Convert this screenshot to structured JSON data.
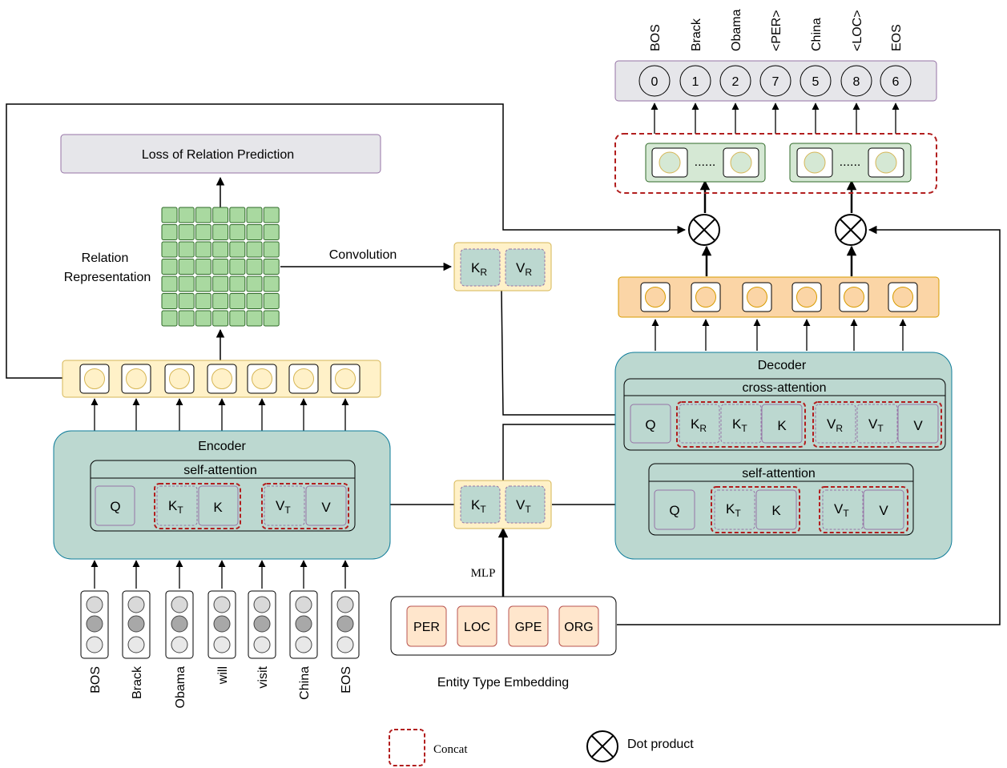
{
  "colors": {
    "teal_fill": "#bcd8d0",
    "teal_stroke": "#0e7c9a",
    "token_fill": "#fff1c8",
    "token_stroke": "#d6b656",
    "orange_fill": "#fbd5a6",
    "orange_stroke": "#d79b00",
    "green_fill": "#d5e8d4",
    "green_stroke": "#82b366",
    "grid_fill": "#a9d9a0",
    "grid_stroke": "#2f6a28",
    "gray_fill": "#e6e6ea",
    "gray_stroke": "#9673a6",
    "concat_dash": "#b21e1e",
    "entity_fill": "#ffe6cc",
    "entity_stroke": "#b85450"
  },
  "loss_box": {
    "label": "Loss of Relation Prediction"
  },
  "relation": {
    "label_line1": "Relation",
    "label_line2": "Representation",
    "conv_label": "Convolution"
  },
  "kr_vr": {
    "k": "K",
    "k_sub": "R",
    "v": "V",
    "v_sub": "R"
  },
  "kt_vt": {
    "k": "K",
    "k_sub": "T",
    "v": "V",
    "v_sub": "T"
  },
  "mlp_label": "MLP",
  "encoder": {
    "title": "Encoder",
    "self_attn": "self-attention",
    "q": "Q",
    "kt": "K",
    "kt_sub": "T",
    "k": "K",
    "vt": "V",
    "vt_sub": "T",
    "v": "V"
  },
  "decoder": {
    "title": "Decoder",
    "cross_attn": "cross-attention",
    "self_attn": "self-attention",
    "q": "Q",
    "k": "K",
    "v": "V",
    "r_sub": "R",
    "t_sub": "T"
  },
  "input_tokens": [
    "BOS",
    "Brack",
    "Obama",
    "will",
    "visit",
    "China",
    "EOS"
  ],
  "output_tokens": [
    "BOS",
    "Brack",
    "Obama",
    "<PER>",
    "China",
    "<LOC>",
    "EOS"
  ],
  "output_ids": [
    "0",
    "1",
    "2",
    "7",
    "5",
    "8",
    "6"
  ],
  "dots": "......",
  "entity_types": [
    "PER",
    "LOC",
    "GPE",
    "ORG"
  ],
  "entity_caption": "Entity Type Embedding",
  "legend": {
    "concat": "Concat",
    "dot_product": "Dot product"
  }
}
